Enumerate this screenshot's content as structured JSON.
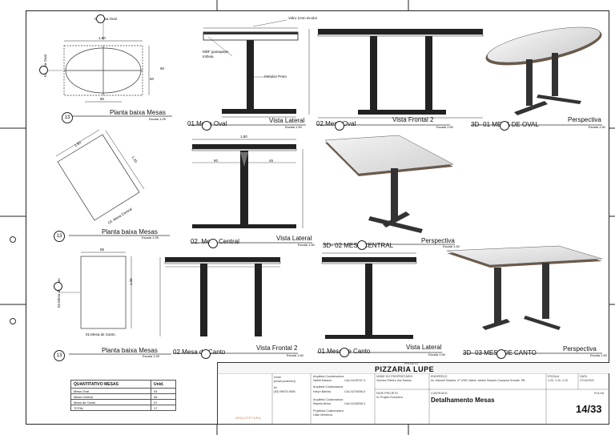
{
  "views": [
    {
      "id": "v1",
      "number": "13",
      "title": "Planta baixa Mesas",
      "scale": "Escala 1:25",
      "dims": [
        "1.80",
        "90",
        "60",
        "80"
      ],
      "tag": "02.Mesa Oval",
      "side_tag": "01.Mesa Oval"
    },
    {
      "id": "v2",
      "title": "01.Mesa Oval",
      "view": "Vista Lateral",
      "scale": "Escala 1:50"
    },
    {
      "id": "v3",
      "title": "02.Mesa Oval",
      "view": "Vista Frontal 2",
      "scale": "Escala 1:50"
    },
    {
      "id": "v4",
      "title": "3D- 01 MESA DE OVAL",
      "view": "Perspectiva",
      "scale": "Escala 1:50"
    },
    {
      "id": "v5",
      "number": "13",
      "title": "Planta baixa Mesas",
      "scale": "Escala 1:25",
      "dims": [
        "1.80",
        "1.20"
      ],
      "tag": "03. Mesa Central"
    },
    {
      "id": "v6",
      "title": "02. Mesa Central",
      "view": "Vista Lateral",
      "scale": "Escala 1:50",
      "dims": [
        "1.80",
        "60",
        "45"
      ]
    },
    {
      "id": "v7",
      "title": "3D- 02 MESA CENTRAL",
      "view": "Perspectiva",
      "scale": "Escala 1:50"
    },
    {
      "id": "v8",
      "number": "13",
      "title": "Planta baixa Mesas",
      "scale": "Escala 1:25",
      "dims": [
        "85",
        "1.25"
      ],
      "tag": "01.Mesa de Canto",
      "side_tag": "02.Mesa de Canto"
    },
    {
      "id": "v9",
      "title": "02.Mesa de Canto",
      "view": "Vista Frontal 2",
      "scale": "Escala 1:50"
    },
    {
      "id": "v10",
      "title": "01.Mesa de Canto",
      "view": "Vista Lateral",
      "scale": "Escala 1:50"
    },
    {
      "id": "v11",
      "title": "3D- 03 MESA DE CANTO",
      "view": "Perspectiva",
      "scale": "Escala 1:50"
    }
  ],
  "callouts": {
    "vidro": "Vidro 1mm incolor",
    "mdf": "MDF guarapepe",
    "mdf2": "Imbuia",
    "metalon": "Metalon Preto"
  },
  "quantitativo": {
    "header": [
      "QUANTITATIVO MESAS",
      "Unid."
    ],
    "rows": [
      [
        "Mesa Oval",
        "04"
      ],
      [
        "Mesa Central",
        "06"
      ],
      [
        "Mesa de Canto",
        "07"
      ],
      [
        "TOTAL",
        "17"
      ]
    ]
  },
  "title_block": {
    "projeto_label": "PROJETO",
    "project": "PIZZARIA LUPE",
    "brand": "ARQUITETURA",
    "email_label": "email",
    "email": "[email protected]",
    "tel_label": "tel",
    "tel": "(83) 99875-9056",
    "people": [
      [
        "Arquiteta Coordenadora",
        "Nathã Macedo",
        "CAU A249767-3"
      ],
      [
        "Arquiteta Colaboradora",
        "Kellyn Barbas",
        "CAU A276096-5"
      ],
      [
        "Arquiteta Colaboradora",
        "Mayela Ninha",
        "CAU A238208-3"
      ],
      [
        "Projetista Colaboradora",
        "Lilian Medeiros",
        ""
      ]
    ],
    "owner_label": "NOME DO PROPRIETÁRIO",
    "owner": "Vinicius Ribeiro dos Santos",
    "address_label": "ENDEREÇO",
    "address": "Av. Manoel Tavares, nº 1090, Bairro Jardim Tavares Campina Grande, PB",
    "scale_label": "ESCALA",
    "scale": "1:20, 1:10, 1:10",
    "date_label": "DATA",
    "date": "27/10/2022",
    "phase_label": "FASE PROJETO",
    "phase": "01 Projeto Executivo",
    "content_label": "CONTEÚDO",
    "content": "Detalhamento Mesas",
    "sheet_label": "FOLHA",
    "sheet": "14/33"
  }
}
